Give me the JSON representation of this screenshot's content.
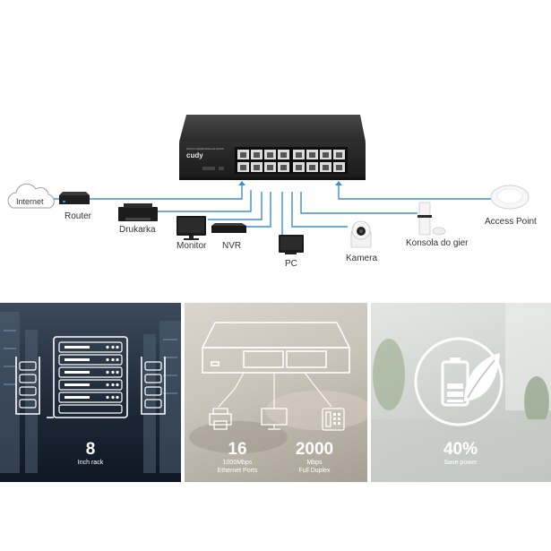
{
  "switch": {
    "brand": "cudy",
    "model_text": "16-Port Gigabit Ethernet Switch"
  },
  "devices": {
    "internet": "Internet",
    "router": "Router",
    "printer": "Drukarka",
    "monitor": "Monitor",
    "nvr": "NVR",
    "pc": "PC",
    "camera": "Kamera",
    "console": "Konsola do gier",
    "access_point": "Access Point"
  },
  "features": [
    {
      "value": "8",
      "caption": "Inch rack"
    },
    {
      "value": "16",
      "caption_line1": "1000Mbps",
      "caption_line2": "Ethernet Ports"
    },
    {
      "value": "2000",
      "caption_line1": "Mbps",
      "caption_line2": "Full Duplex"
    },
    {
      "value": "40%",
      "caption": "Save power"
    }
  ],
  "colors": {
    "link_line": "#3a8fd6",
    "switch_body": "#2b2b2b"
  }
}
